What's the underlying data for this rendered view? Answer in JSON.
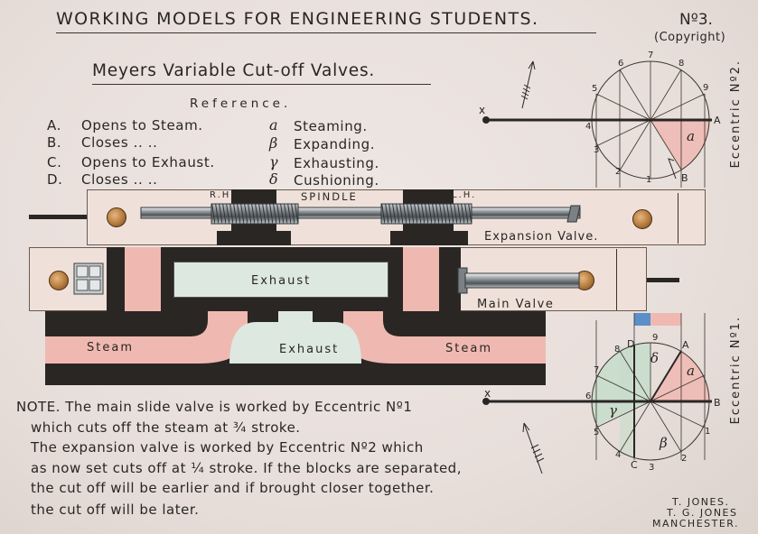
{
  "header": {
    "title": "WORKING MODELS FOR ENGINEERING STUDENTS.",
    "number": "Nº3.",
    "copyright": "(Copyright)"
  },
  "subtitle": "Meyers Variable Cut-off Valves.",
  "reference": {
    "heading": "Reference.",
    "left": [
      {
        "key": "A.",
        "text": "Opens to Steam."
      },
      {
        "key": "B.",
        "text": "Closes ..   .."
      },
      {
        "key": "C.",
        "text": "Opens to Exhaust."
      },
      {
        "key": "D.",
        "text": "Closes ..   .."
      }
    ],
    "right": [
      {
        "key": "a",
        "text": "Steaming."
      },
      {
        "key": "β",
        "text": "Expanding."
      },
      {
        "key": "γ",
        "text": "Exhausting."
      },
      {
        "key": "δ",
        "text": "Cushioning."
      }
    ]
  },
  "expansion_valve": {
    "rh": "R.H.",
    "spindle": "SPINDLE",
    "lh": "L.H.",
    "label": "Expansion Valve."
  },
  "main_valve": {
    "exhaust": "Exhaust",
    "label": "Main Valve"
  },
  "ports": {
    "steam_left": "Steam",
    "exhaust": "Exhaust",
    "steam_right": "Steam"
  },
  "note": [
    "NOTE. The main slide valve is worked by Eccentric Nº1",
    "which cuts off the steam at ¾ stroke.",
    "The expansion valve is worked by Eccentric Nº2 which",
    "as now set cuts off at ¼ stroke. If the blocks are separated,",
    "the cut off will be earlier and if brought closer together.",
    "the cut off will be later."
  ],
  "maker": [
    "T. JONES.",
    "T. G. JONES",
    "MANCHESTER."
  ],
  "eccentric_2": {
    "label": "Eccentric Nº2.",
    "numbers": [
      "1",
      "2",
      "3",
      "4",
      "5",
      "6",
      "7",
      "8",
      "9"
    ],
    "letters": {
      "x": "x",
      "a": "A",
      "b": "B",
      "alpha": "a"
    }
  },
  "eccentric_1": {
    "label": "Eccentric Nº1.",
    "numbers": [
      "1",
      "2",
      "3",
      "4",
      "5",
      "6",
      "7",
      "8",
      "9"
    ],
    "letters": {
      "x": "x",
      "a": "A",
      "b": "B",
      "c": "C",
      "d": "D"
    },
    "greek": {
      "alpha": "a",
      "beta": "β",
      "gamma": "γ",
      "delta": "δ"
    }
  },
  "colors": {
    "paper": "#ece4e0",
    "pink": "#efb9b1",
    "dark": "#2a2624",
    "green": "#c9dccb",
    "blue": "#5b8fc9",
    "brass": "#b57a3c"
  }
}
